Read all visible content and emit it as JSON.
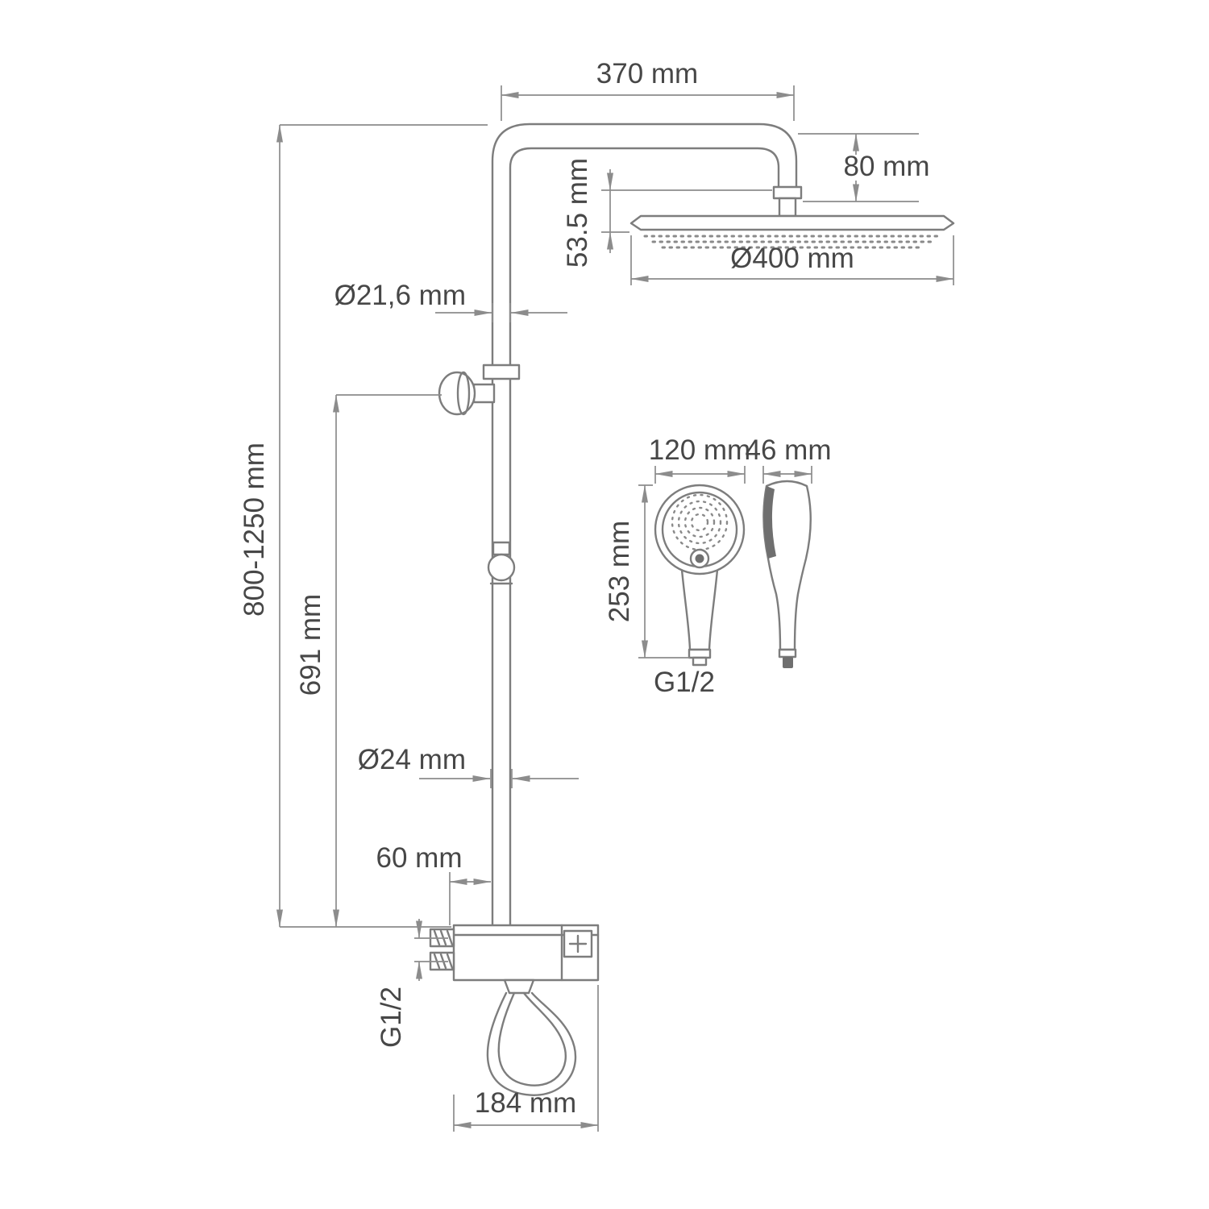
{
  "drawing": {
    "type": "shower-system-technical-drawing",
    "background_color": "#ffffff",
    "line_color": "#7d7d7d",
    "dimension_line_color": "#8c8c8c",
    "text_color": "#474747"
  },
  "labels": {
    "arm_length": "370 mm",
    "head_drop": "80 mm",
    "head_thickness": "53.5 mm",
    "head_diameter": "Ø400 mm",
    "upper_pipe_diameter": "Ø21,6 mm",
    "overall_height": "800-1250 mm",
    "lower_section_height": "691 mm",
    "handshower_head_width": "120 mm",
    "handshower_depth": "46 mm",
    "handshower_length": "253 mm",
    "handshower_thread": "G1/2",
    "lower_pipe_diameter": "Ø24 mm",
    "mixer_pipe_offset": "60 mm",
    "mixer_thread": "G1/2",
    "mixer_width": "184 mm"
  }
}
